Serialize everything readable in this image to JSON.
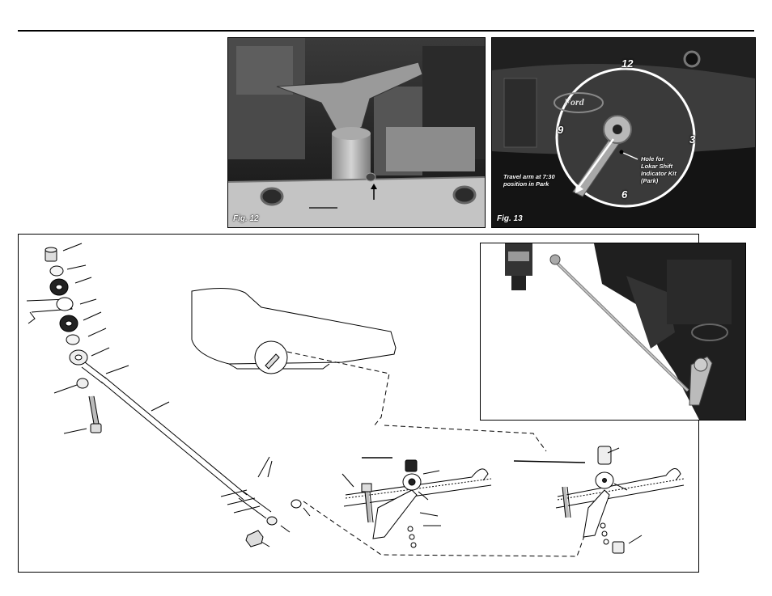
{
  "figures": {
    "fig12": {
      "label": "Fig. 12"
    },
    "fig13": {
      "label": "Fig. 13",
      "dial_12": "12",
      "dial_9": "9",
      "dial_3": "3",
      "dial_6": "6",
      "logo": "Ford",
      "note_travel_line1": "Travel arm at 7:30",
      "note_travel_line2": "position in Park",
      "note_hole_line1": "Hole for",
      "note_hole_line2": "Lokar Shift",
      "note_hole_line3": "Indicator Kit",
      "note_hole_line4": "(Park)"
    }
  },
  "colors": {
    "ink": "#000000",
    "photo_dark": "#1b1b1b",
    "photo_mid": "#6a6a6a",
    "photo_light": "#bdbdbd"
  },
  "icons": {
    "arrow": "leader-arrow-icon"
  }
}
